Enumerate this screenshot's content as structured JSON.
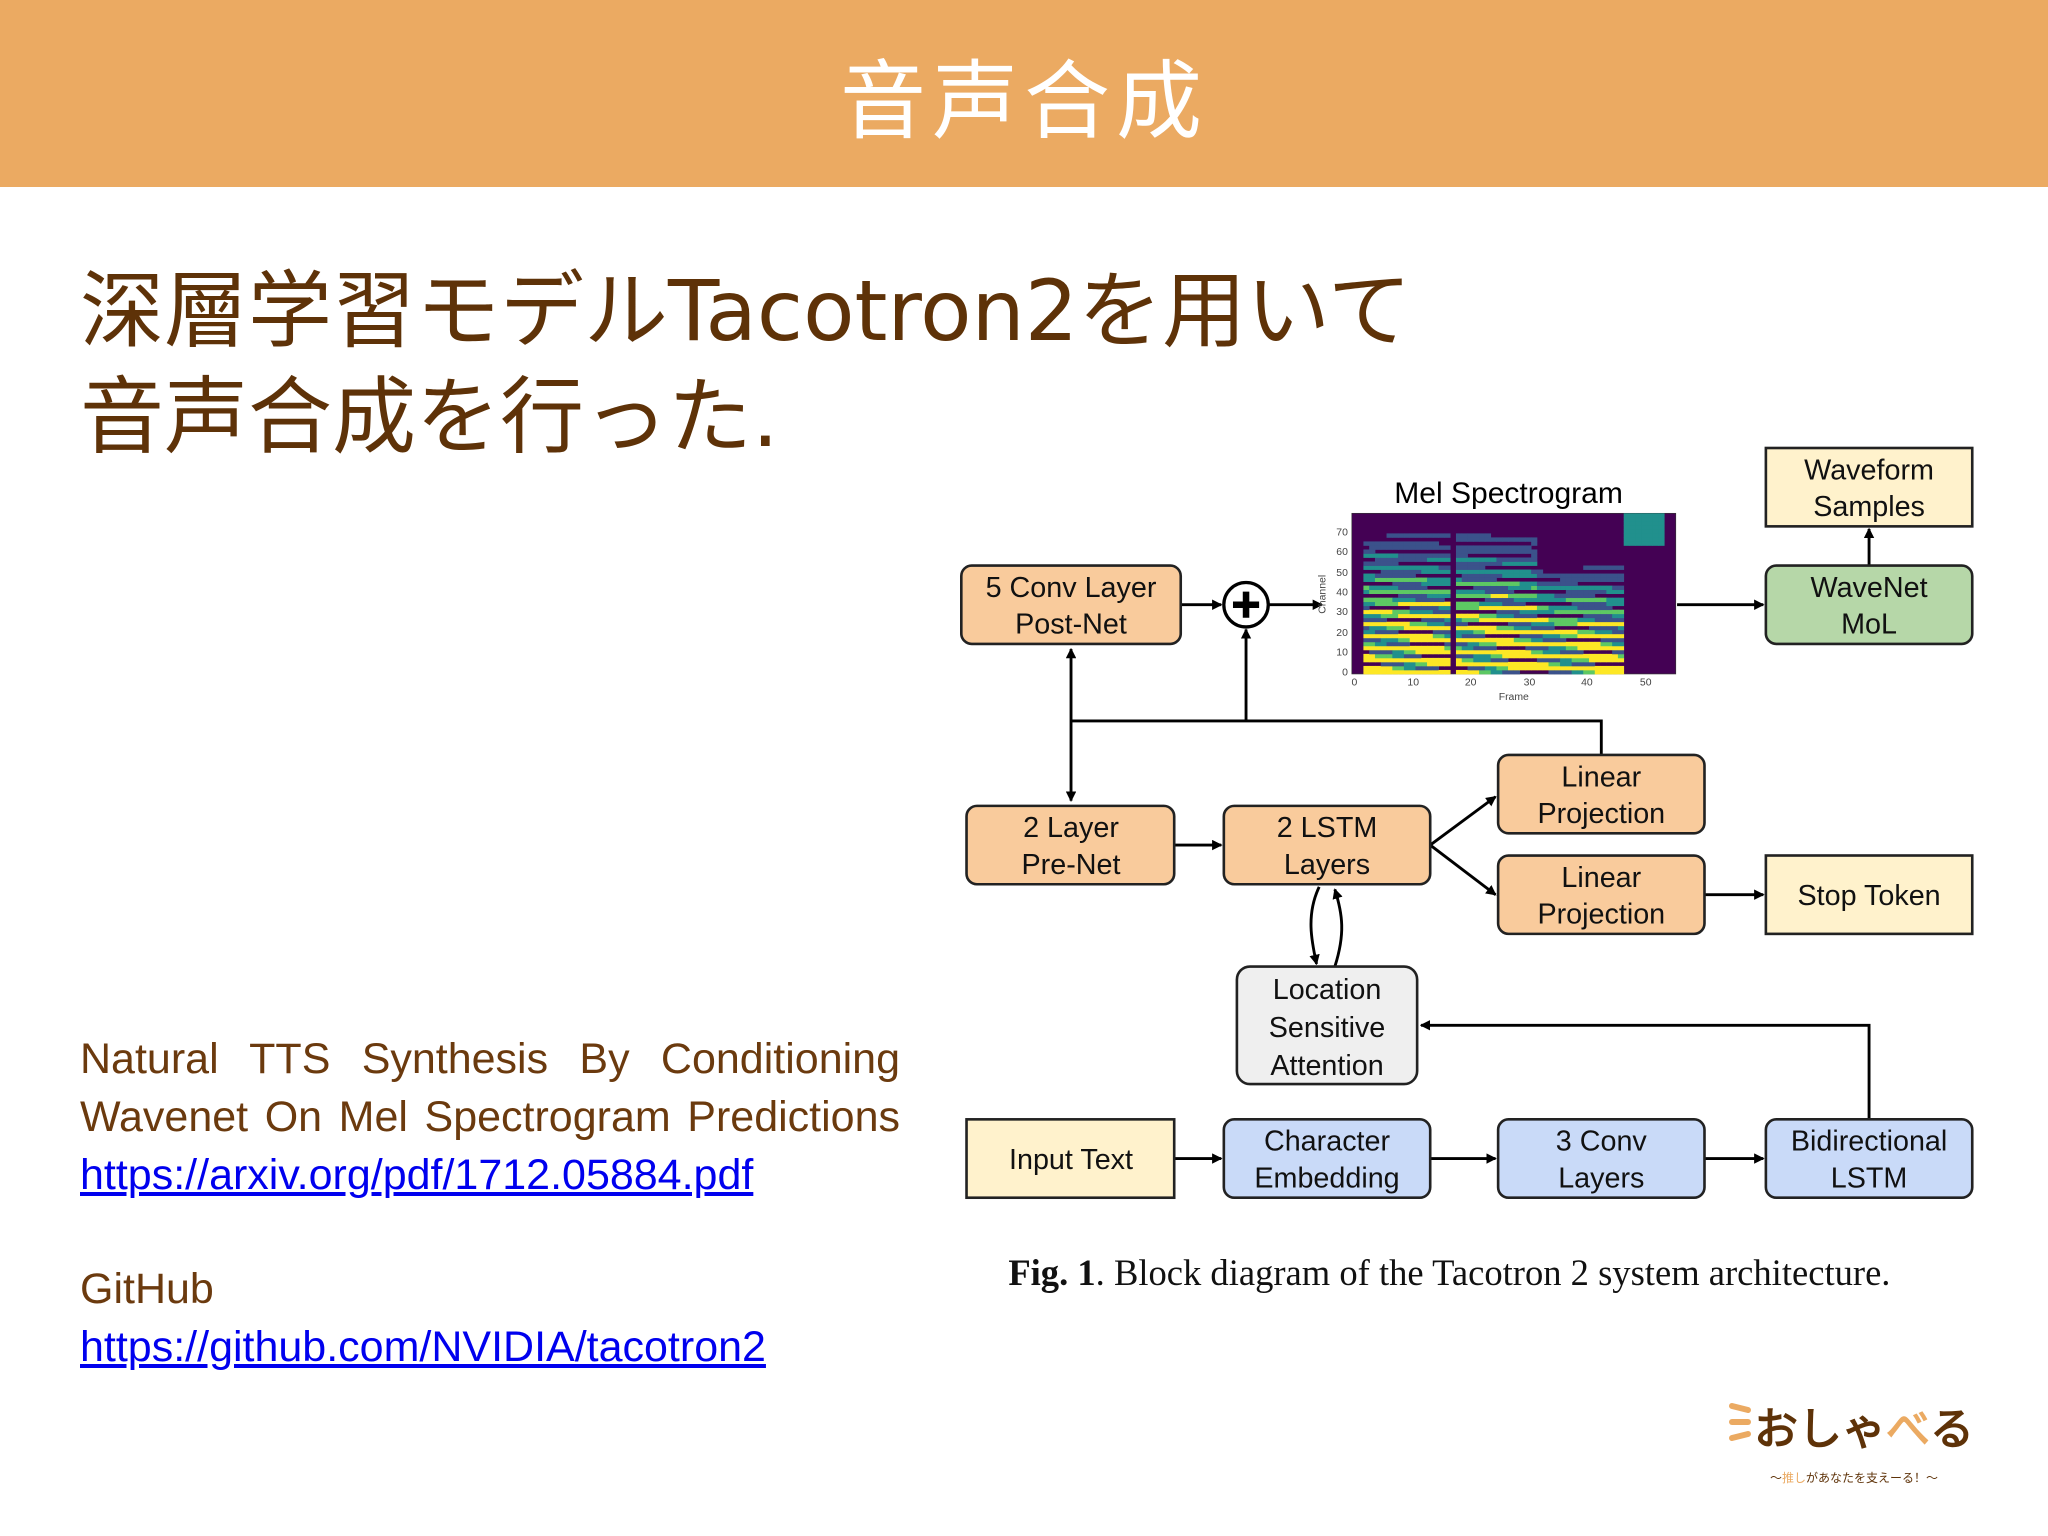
{
  "header": {
    "title": "音声合成"
  },
  "lead": {
    "line1": "深層学習モデルTacotron2を用いて",
    "line2": "音声合成を行った."
  },
  "reference": {
    "paper_line1": "Natural TTS Synthesis By Conditioning",
    "paper_line2": "Wavenet On Mel Spectrogram Predictions",
    "paper_link": "https://arxiv.org/pdf/1712.05884.pdf",
    "github_label": "GitHub",
    "github_link": "https://github.com/NVIDIA/tacotron2"
  },
  "diagram": {
    "spectrogram_title": "Mel Spectrogram",
    "spectrogram_ylabel": "Channel",
    "spectrogram_xlabel": "Frame",
    "y_ticks": [
      "0",
      "10",
      "20",
      "30",
      "40",
      "50",
      "60",
      "70"
    ],
    "x_ticks": [
      "0",
      "10",
      "20",
      "30",
      "40",
      "50"
    ],
    "boxes": {
      "waveform": [
        "Waveform",
        "Samples"
      ],
      "wavenet": [
        "WaveNet",
        "MoL"
      ],
      "postnet": [
        "5 Conv Layer",
        "Post-Net"
      ],
      "prenet": [
        "2 Layer",
        "Pre-Net"
      ],
      "lstm": [
        "2 LSTM",
        "Layers"
      ],
      "linproj1": [
        "Linear",
        "Projection"
      ],
      "linproj2": [
        "Linear",
        "Projection"
      ],
      "stop": [
        "Stop Token"
      ],
      "attention": [
        "Location",
        "Sensitive",
        "Attention"
      ],
      "input": [
        "Input Text"
      ],
      "charemb": [
        "Character",
        "Embedding"
      ],
      "conv3": [
        "3 Conv",
        "Layers"
      ],
      "bilstm": [
        "Bidirectional",
        "LSTM"
      ]
    },
    "caption_bold": "Fig. 1",
    "caption_rest": ". Block diagram of the Tacotron 2 system architecture.",
    "colors": {
      "orange": "#F9CB9C",
      "cream": "#FFF2CC",
      "green": "#B6D7A8",
      "blue": "#C9DAF8",
      "gray": "#EFEFEF"
    }
  },
  "logo": {
    "name": "おしゃべる",
    "tagline": "〜推しがあなたを支えーる！〜"
  },
  "colors": {
    "header": "#EBAA62",
    "text": "#5E3208",
    "link": "#0000EE"
  }
}
